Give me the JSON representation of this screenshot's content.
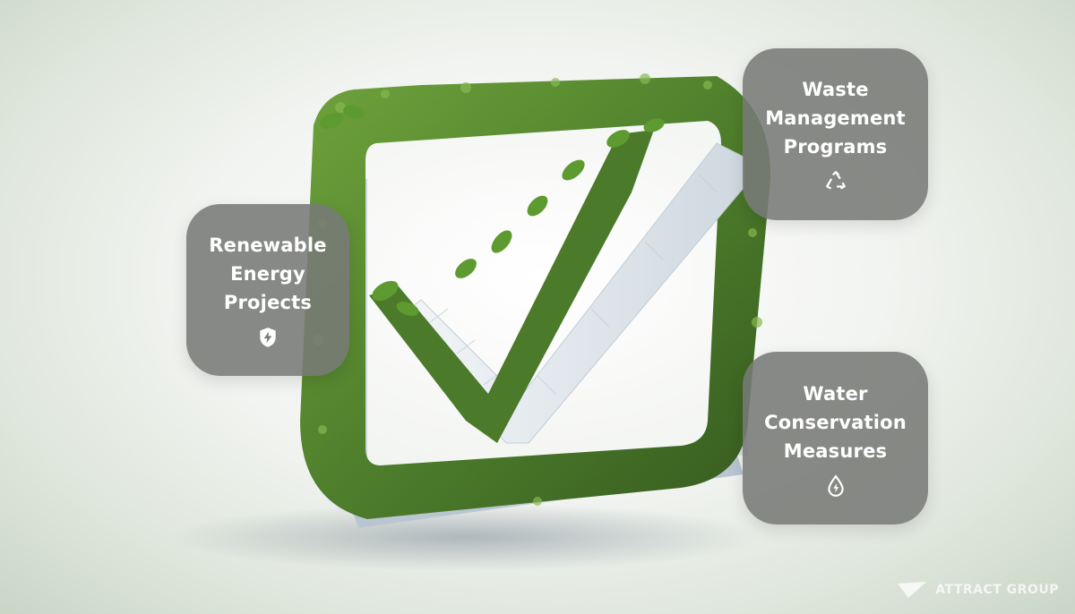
{
  "cards": {
    "renewable": {
      "title": "Renewable Energy Projects",
      "icon": "shield-bolt-icon"
    },
    "waste": {
      "title": "Waste Management Programs",
      "icon": "recycle-icon"
    },
    "water": {
      "title": "Water Conservation Measures",
      "icon": "water-drop-icon"
    }
  },
  "watermark": {
    "text": "ATTRACT GROUP"
  },
  "colors": {
    "moss": "#4e7a2e",
    "moss_light": "#7fae4a",
    "tile": "#e6ebf0",
    "card": "#787a76"
  }
}
